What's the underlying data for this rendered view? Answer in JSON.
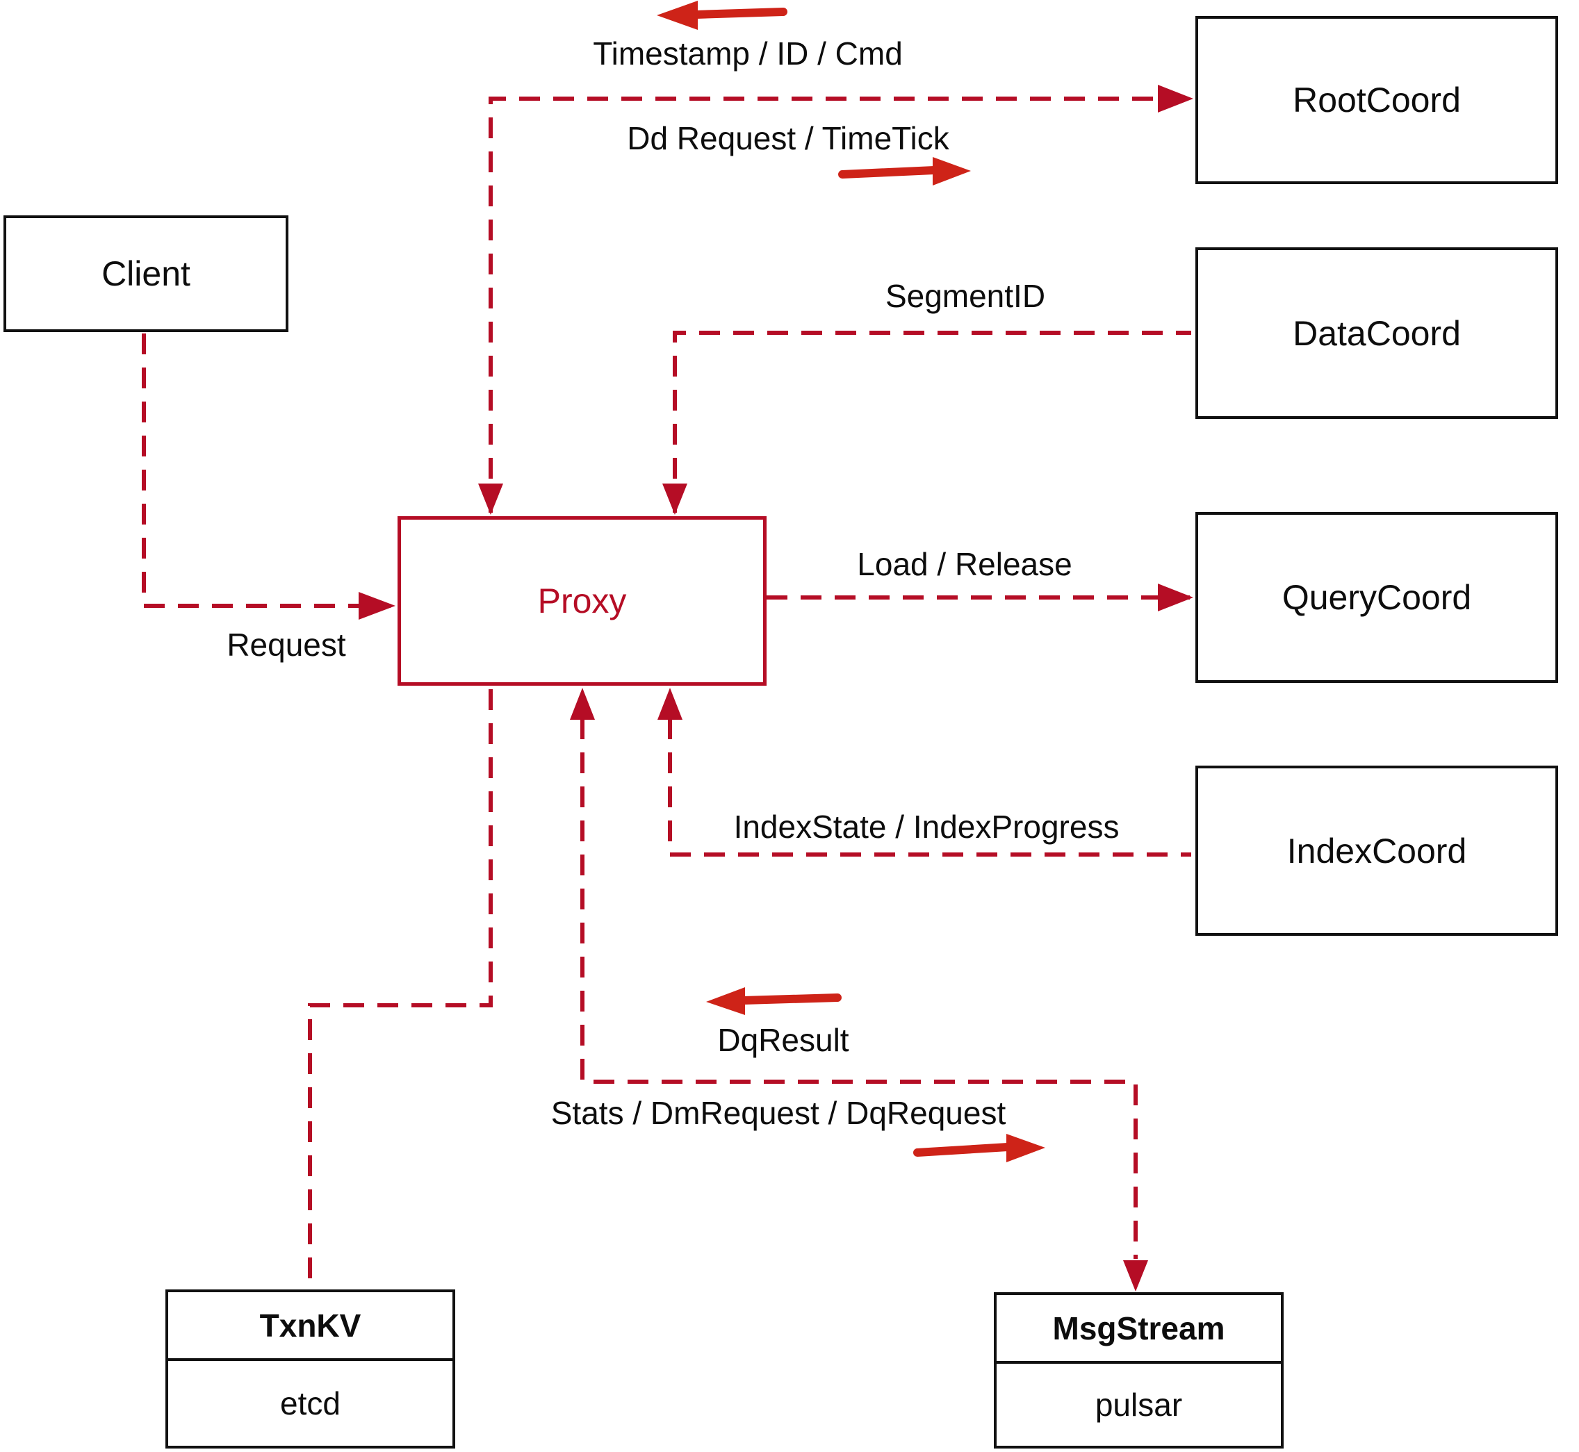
{
  "title": "Milvus proxy interaction diagram",
  "colors": {
    "connector_red": "#b50d25",
    "flow_arrow_red": "#ce2318",
    "box_border_black": "#111111",
    "text_black": "#0d0d0d",
    "background": "#ffffff"
  },
  "nodes": {
    "client": {
      "label": "Client"
    },
    "proxy": {
      "label": "Proxy"
    },
    "root_coord": {
      "label": "RootCoord"
    },
    "data_coord": {
      "label": "DataCoord"
    },
    "query_coord": {
      "label": "QueryCoord"
    },
    "index_coord": {
      "label": "IndexCoord"
    },
    "txn_kv": {
      "title": "TxnKV",
      "impl": "etcd"
    },
    "msg_stream": {
      "title": "MsgStream",
      "impl": "pulsar"
    }
  },
  "edges": {
    "root_coord_response": {
      "label": "Timestamp / ID / Cmd",
      "direction": "left"
    },
    "root_coord_request": {
      "label": "Dd Request / TimeTick",
      "direction": "right"
    },
    "data_coord_response": {
      "label": "SegmentID"
    },
    "client_request": {
      "label": "Request"
    },
    "query_coord_request": {
      "label": "Load / Release"
    },
    "index_coord_response": {
      "label": "IndexState / IndexProgress"
    },
    "msg_stream_response": {
      "label": "DqResult",
      "direction": "left"
    },
    "msg_stream_request": {
      "label": "Stats / DmRequest / DqRequest",
      "direction": "right"
    }
  }
}
